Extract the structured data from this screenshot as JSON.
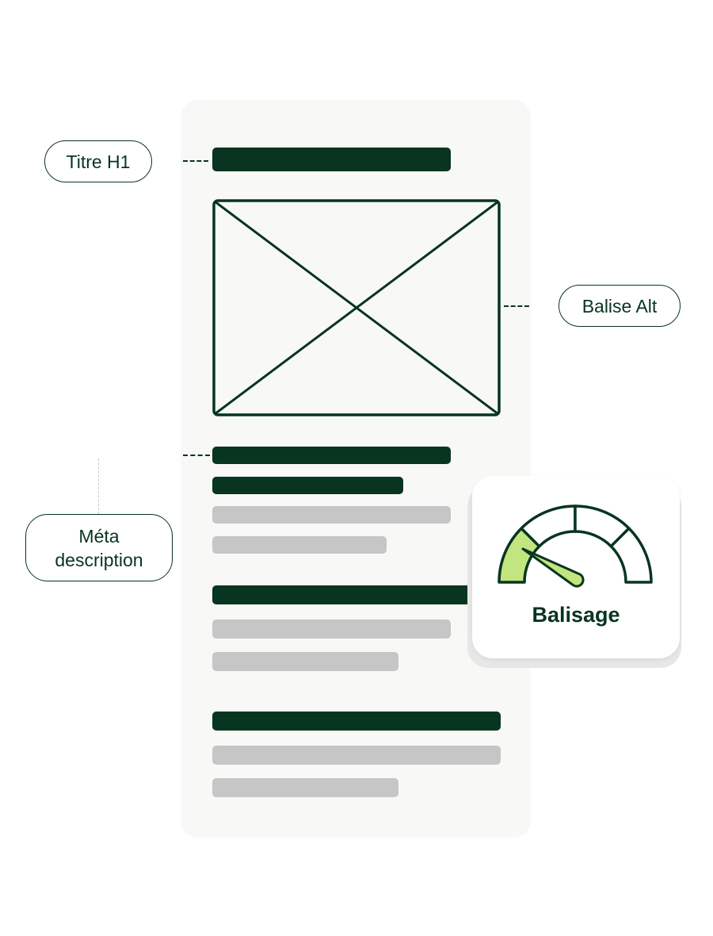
{
  "labels": {
    "h1": "Titre H1",
    "alt": "Balise Alt",
    "meta_line1": "Méta",
    "meta_line2": "description",
    "gauge": "Balisage"
  },
  "colors": {
    "dark_green": "#07351f",
    "light_green": "#c3e57f",
    "gray_bar": "#c6c6c6",
    "card_bg": "#f8f8f6"
  },
  "icons": {
    "image": "image-placeholder-icon",
    "gauge": "speedometer-gauge-icon"
  }
}
